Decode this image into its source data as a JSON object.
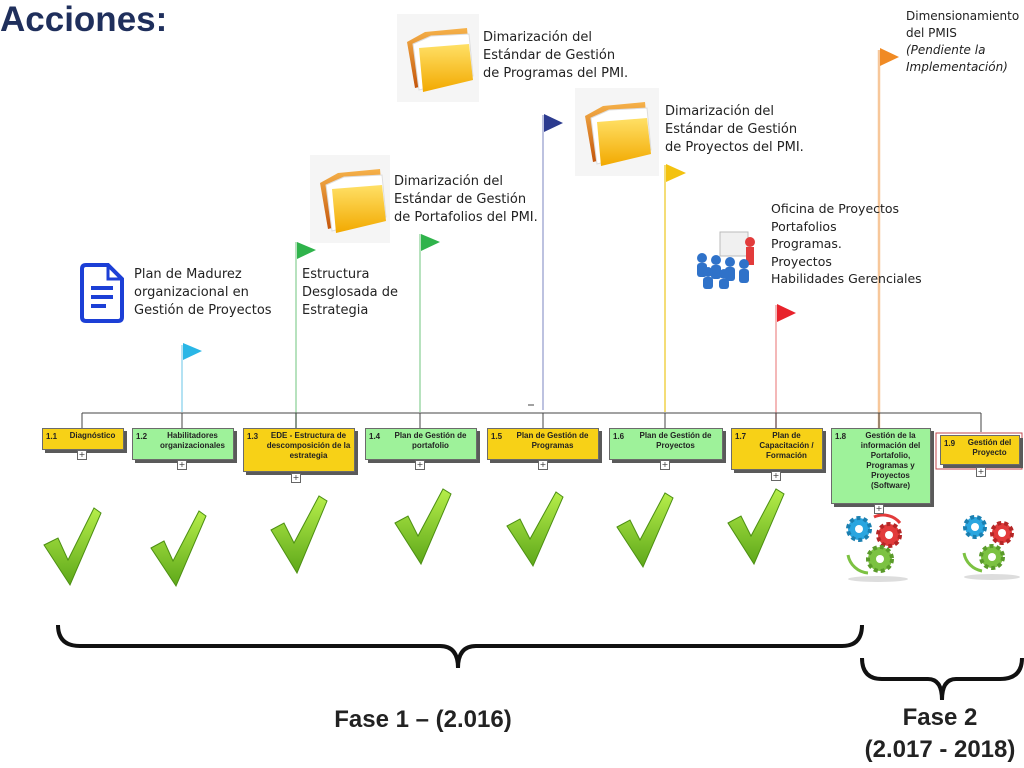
{
  "title": "Acciones:",
  "annotations": {
    "plan_madurez": [
      "Plan de Madurez",
      "organizacional en",
      "Gestión de Proyectos"
    ],
    "estructura": [
      "Estructura",
      "Desglosada de",
      "Estrategia"
    ],
    "portafolios": [
      "Dimarización del",
      "Estándar de Gestión",
      "de Portafolios del PMI."
    ],
    "programas": [
      "Dimarización del",
      "Estándar de Gestión",
      "de Programas del PMI."
    ],
    "proyectos": [
      "Dimarización del",
      "Estándar de Gestión",
      "de Proyectos del PMI."
    ],
    "oficina": [
      "Oficina de Proyectos",
      "Portafolios",
      "Programas.",
      "Proyectos",
      "Habilidades Gerenciales"
    ],
    "dimensionamiento": [
      "Dimensionamiento",
      "del PMIS"
    ],
    "dimensionamiento_note": [
      "(Pendiente la",
      "Implementación)"
    ]
  },
  "boxes": [
    {
      "num": "1.1",
      "label": "Diagnóstico",
      "color": "#f7d117"
    },
    {
      "num": "1.2",
      "label": "Habilitadores organizacionales",
      "color": "#9ef29a"
    },
    {
      "num": "1.3",
      "label": "EDE - Estructura de descomposición de la estrategia",
      "color": "#f7d117"
    },
    {
      "num": "1.4",
      "label": "Plan de Gestión de portafolio",
      "color": "#9ef29a"
    },
    {
      "num": "1.5",
      "label": "Plan de Gestión de Programas",
      "color": "#f7d117"
    },
    {
      "num": "1.6",
      "label": "Plan de Gestión de Proyectos",
      "color": "#9ef29a"
    },
    {
      "num": "1.7",
      "label": "Plan de Capacitación / Formación",
      "color": "#f7d117"
    },
    {
      "num": "1.8",
      "label": "Gestión de la información del Portafolio, Programas y Proyectos (Software)",
      "color": "#9ef29a"
    },
    {
      "num": "1.9",
      "label": "Gestión del Proyecto",
      "color": "#f7d117"
    }
  ],
  "plus_sign": "+",
  "phase1": "Fase 1 – (2.016)",
  "phase2": [
    "Fase 2",
    "(2.017 - 2018)"
  ],
  "colors": {
    "title": "#1f2f5c",
    "check": "#8dd12c",
    "flag_cyan": "#29b6e6",
    "flag_green": "#2fb34b",
    "flag_navy": "#2c3b8f",
    "flag_yellow": "#f3c20f",
    "flag_red": "#e8222b",
    "flag_orange": "#f08a24",
    "doc_icon": "#1c3fd6"
  }
}
